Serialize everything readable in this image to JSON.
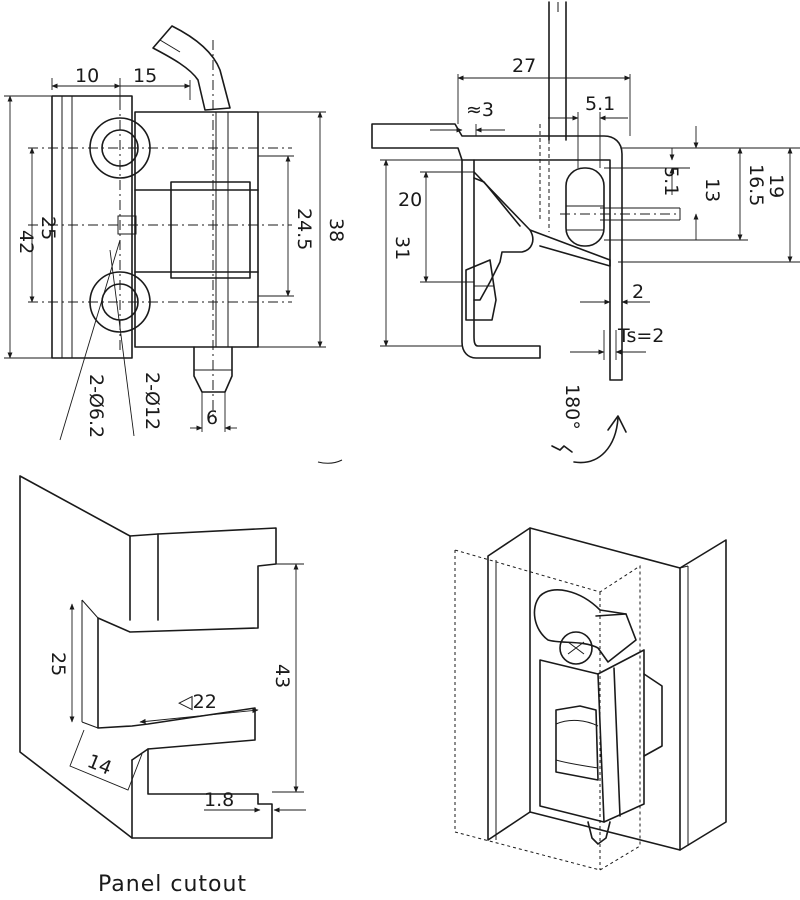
{
  "front_view": {
    "dim_10": "10",
    "dim_15": "15",
    "dim_42": "42",
    "dim_25": "25",
    "dim_24_5": "24.5",
    "dim_38": "38",
    "dim_6": "6",
    "hole_small": "2-Ø6.2",
    "hole_large": "2-Ø12"
  },
  "side_view": {
    "dim_27": "27",
    "dim_approx3": "≈3",
    "dim_5_1_top": "5.1",
    "dim_5_1_side": "5.1",
    "dim_13": "13",
    "dim_16_5": "16.5",
    "dim_19": "19",
    "dim_31": "31",
    "dim_20": "20",
    "dim_2": "2",
    "thickness": "Ts=2",
    "rotation": "180°"
  },
  "cutout_view": {
    "dim_25": "25",
    "dim_43": "43",
    "dim_22": "◁22",
    "dim_14": "14",
    "dim_1_8": "1.8",
    "caption": "Panel cutout"
  }
}
